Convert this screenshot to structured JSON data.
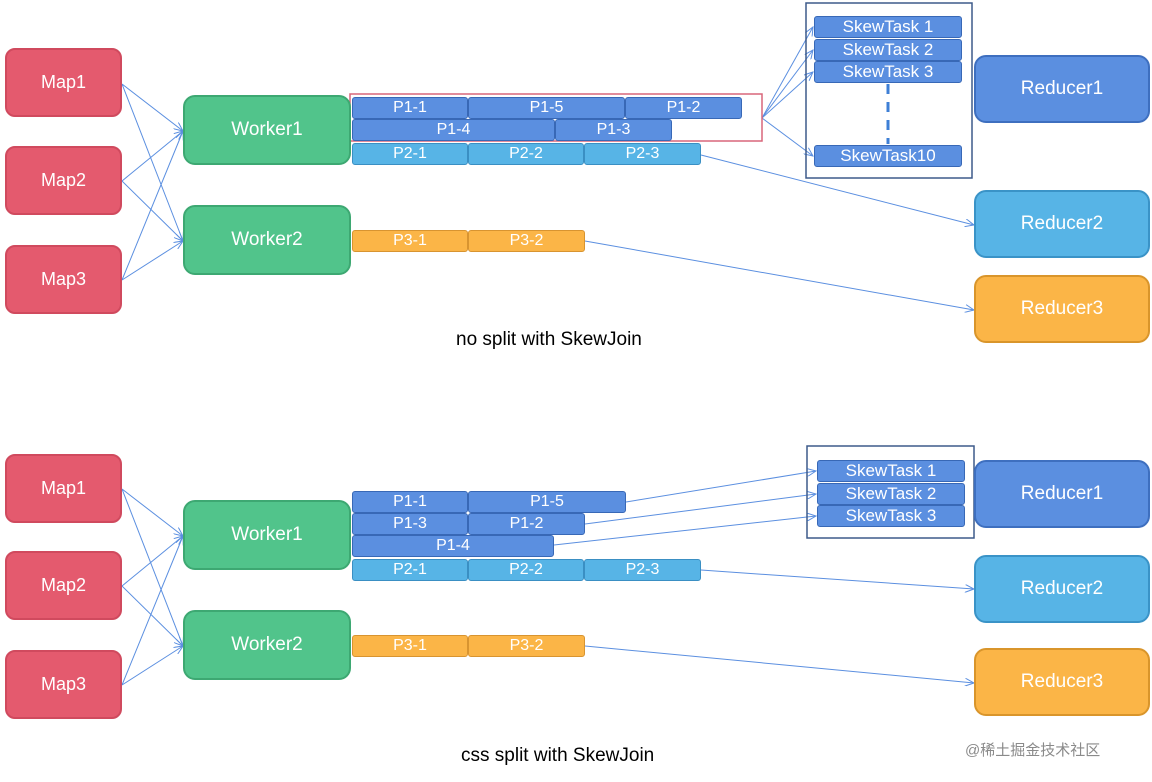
{
  "top": {
    "maps": [
      "Map1",
      "Map2",
      "Map3"
    ],
    "workers": [
      "Worker1",
      "Worker2"
    ],
    "partitions": {
      "p1_1": "P1-1",
      "p1_5": "P1-5",
      "p1_2": "P1-2",
      "p1_4": "P1-4",
      "p1_3": "P1-3",
      "p2_1": "P2-1",
      "p2_2": "P2-2",
      "p2_3": "P2-3",
      "p3_1": "P3-1",
      "p3_2": "P3-2"
    },
    "skew_tasks": [
      "SkewTask 1",
      "SkewTask 2",
      "SkewTask 3",
      "SkewTask10"
    ],
    "reducers": [
      "Reducer1",
      "Reducer2",
      "Reducer3"
    ],
    "caption": "no split with SkewJoin"
  },
  "bottom": {
    "maps": [
      "Map1",
      "Map2",
      "Map3"
    ],
    "workers": [
      "Worker1",
      "Worker2"
    ],
    "partitions": {
      "p1_1": "P1-1",
      "p1_5": "P1-5",
      "p1_3": "P1-3",
      "p1_2": "P1-2",
      "p1_4": "P1-4",
      "p2_1": "P2-1",
      "p2_2": "P2-2",
      "p2_3": "P2-3",
      "p3_1": "P3-1",
      "p3_2": "P3-2"
    },
    "skew_tasks": [
      "SkewTask 1",
      "SkewTask 2",
      "SkewTask 3"
    ],
    "reducers": [
      "Reducer1",
      "Reducer2",
      "Reducer3"
    ],
    "caption": "css split with SkewJoin"
  },
  "watermark": "@稀土掘金技术社区",
  "colors": {
    "map": "#e45a6e",
    "worker": "#51c48b",
    "p1": "#5b8fe0",
    "p2": "#57b4e6",
    "p3": "#fbb547",
    "edge": "#5b8fe0",
    "highlight": "#d9667a"
  }
}
